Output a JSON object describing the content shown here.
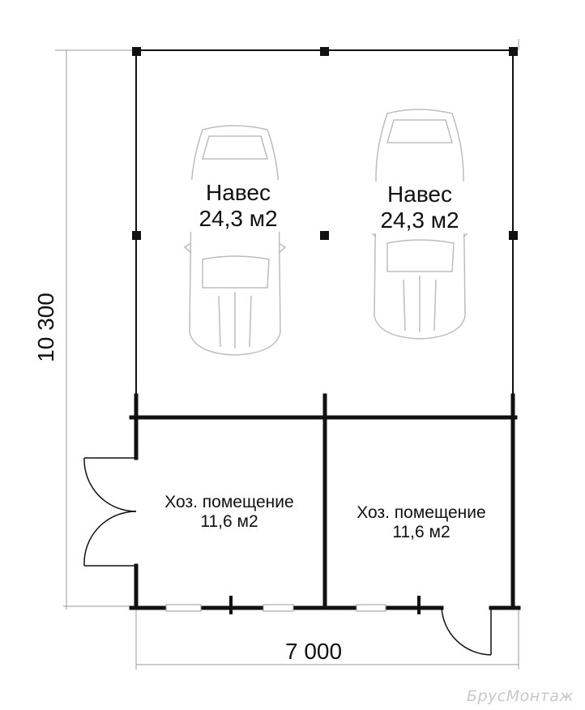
{
  "canopies": [
    {
      "title": "Навес",
      "area": "24,3 м2"
    },
    {
      "title": "Навес",
      "area": "24,3 м2"
    }
  ],
  "rooms": [
    {
      "title": "Хоз. помещение",
      "area": "11,6 м2"
    },
    {
      "title": "Хоз. помещение",
      "area": "11,6 м2"
    }
  ],
  "dimensions": {
    "height": "10 300",
    "width": "7 000"
  },
  "watermark": "БрусМонтаж",
  "colors": {
    "wall": "#111111",
    "dimension_line": "#999999",
    "car": "#bdbdbd",
    "window": "#d9d9d9"
  }
}
